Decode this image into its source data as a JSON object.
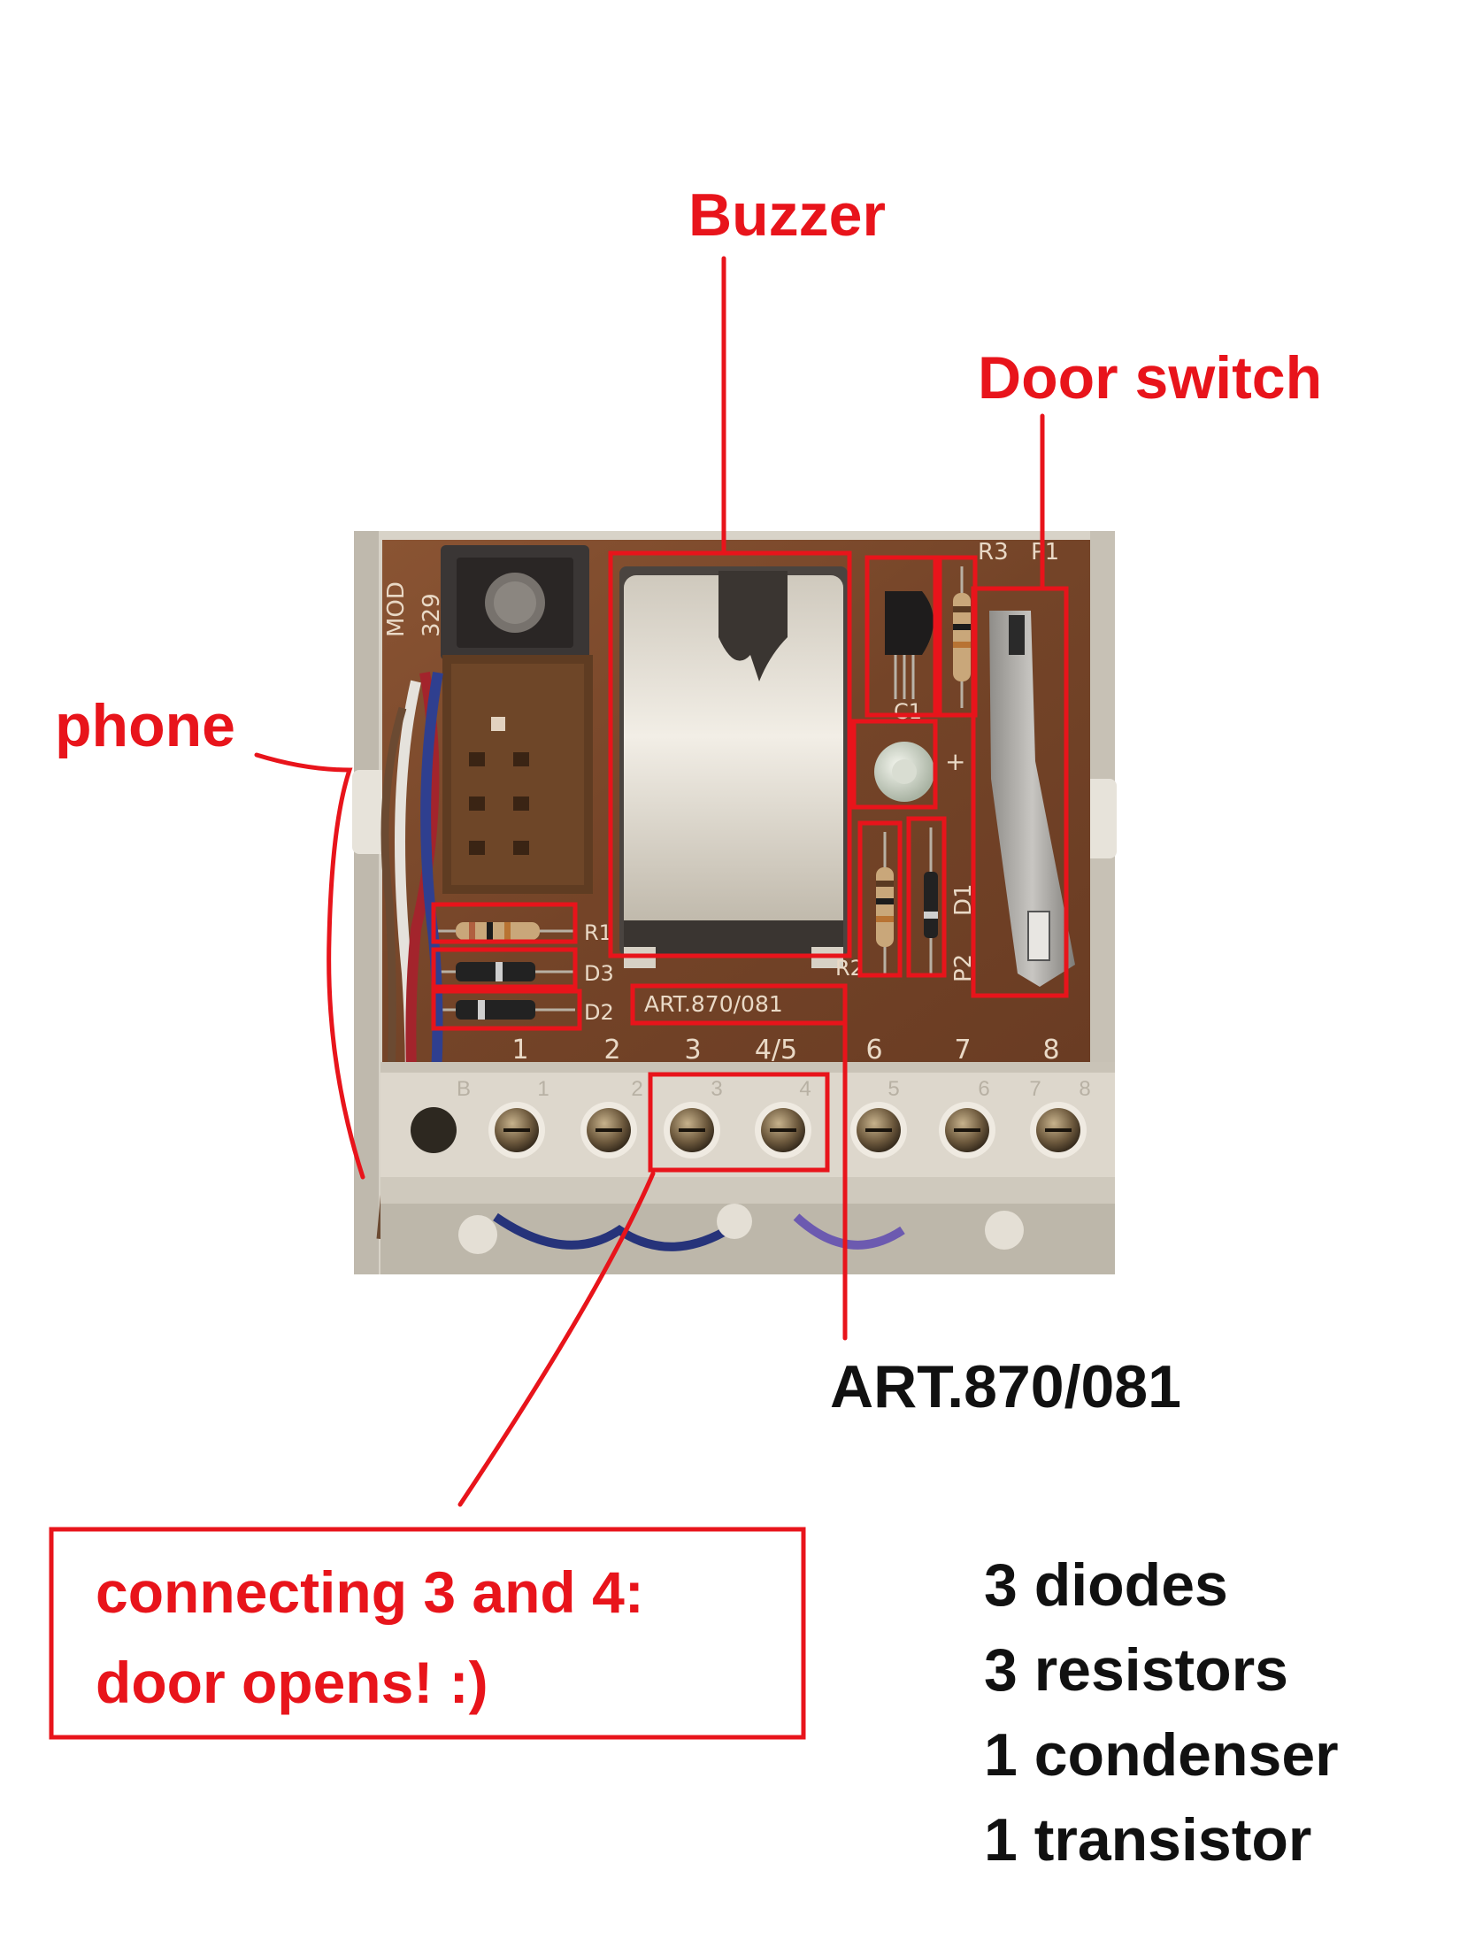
{
  "labels": {
    "buzzer": "Buzzer",
    "door_switch": "Door switch",
    "phone": "phone",
    "art_callout": "ART.870/081",
    "note_line1": "connecting 3 and 4:",
    "note_line2": "door opens! :)"
  },
  "summary": [
    "3 diodes",
    "3 resistors",
    "1 condenser",
    "1 transistor"
  ],
  "board": {
    "mod_top": "MOD",
    "mod_bottom": "329",
    "r3": "R3",
    "p1": "P1",
    "c1": "C1",
    "plus": "+",
    "d1": "D1",
    "p2": "P2",
    "r1": "R1",
    "r2": "R2",
    "d3": "D3",
    "d2": "D2",
    "art_print": "ART.870/081",
    "pcb_terminals": [
      "1",
      "2",
      "3",
      "4/5",
      "6",
      "7",
      "8"
    ],
    "block_terminals": [
      "B",
      "1",
      "2",
      "3",
      "4",
      "5",
      "6",
      "7",
      "8"
    ]
  },
  "colors": {
    "annotation": "#e8141b",
    "pcb": "#7b4a2c",
    "housing": "#d9d4c9",
    "terminal_block": "#ddd7cc"
  }
}
